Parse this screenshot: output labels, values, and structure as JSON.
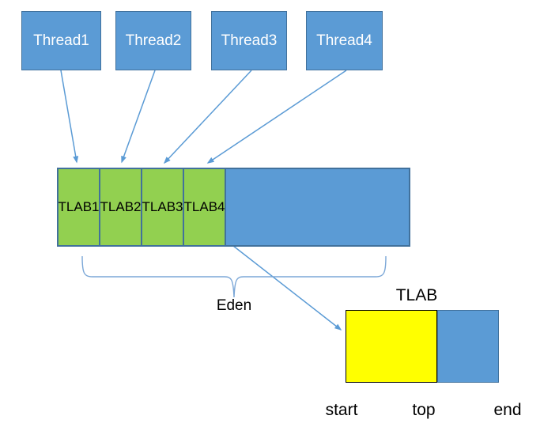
{
  "diagram": {
    "threads": [
      {
        "label": "Thread1"
      },
      {
        "label": "Thread2"
      },
      {
        "label": "Thread3"
      },
      {
        "label": "Thread4"
      }
    ],
    "eden": {
      "label": "Eden",
      "tlabs": [
        {
          "label": "TLAB1"
        },
        {
          "label": "TLAB2"
        },
        {
          "label": "TLAB3"
        },
        {
          "label": "TLAB4"
        }
      ]
    },
    "detail": {
      "title": "TLAB",
      "markers": [
        "start",
        "top",
        "end"
      ]
    },
    "colors": {
      "box_blue": "#5b9bd5",
      "box_border": "#41719c",
      "tlab_green": "#92d050",
      "used_yellow": "#ffff00",
      "arrow_blue": "#5b9bd5",
      "brace_blue": "#7ba7d7",
      "thread_text": "#ffffff",
      "label_text": "#000000"
    }
  }
}
